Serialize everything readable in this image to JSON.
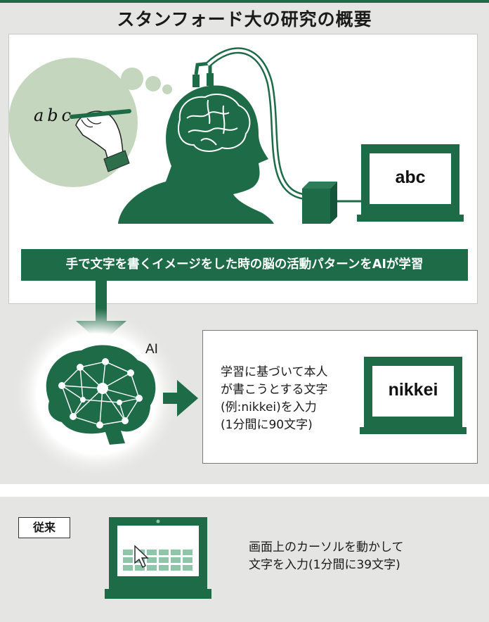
{
  "title": "スタンフォード大の研究の概要",
  "handwriting_sample": "abc",
  "monitor1_text": "abc",
  "banner_text": "手で文字を書くイメージをした時の脳の活動パターンをAIが学習",
  "ai_label": "AI",
  "ai_description": [
    "学習に基づいて本人",
    "が書こうとする文字",
    "(例:nikkei)を入力",
    "(1分間に90文字)"
  ],
  "monitor2_text": "nikkei",
  "legacy_label": "従来",
  "legacy_description": [
    "画面上のカーソルを動かして",
    "文字を入力(1分間に39文字)"
  ],
  "colors": {
    "green_dark": "#1e6b48",
    "green_light": "#c4d6bd",
    "screen_green": "#8fc5a8"
  }
}
